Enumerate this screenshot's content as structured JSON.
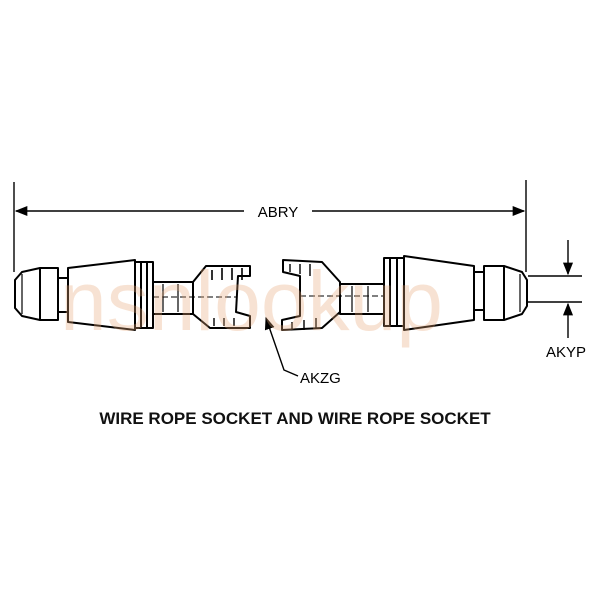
{
  "dimensions": {
    "overall_length": "ABRY",
    "fitting_diameter": "AKYP",
    "fork_gap": "AKZG"
  },
  "caption": "WIRE ROPE SOCKET AND WIRE ROPE SOCKET",
  "watermark": "nsnlookup",
  "colors": {
    "line": "#000000",
    "watermark": "#e8a878"
  }
}
